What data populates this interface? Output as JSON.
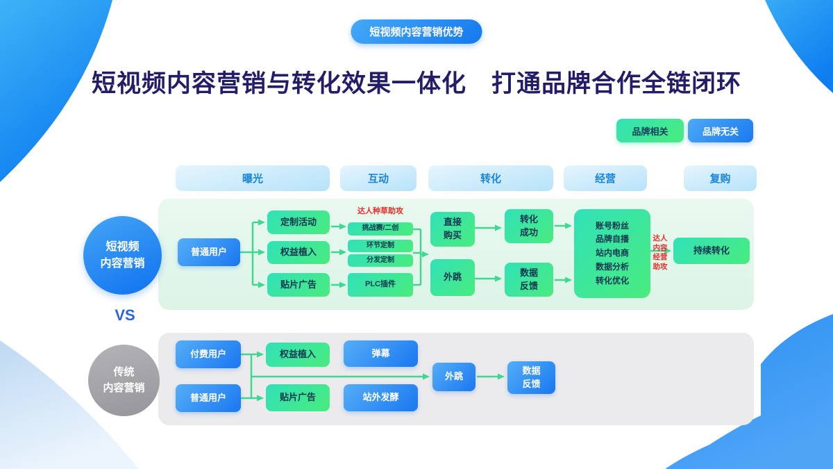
{
  "colors": {
    "accent_blue": "#1a77f0",
    "accent_green": "#3fe49d",
    "title_navy": "#221d66",
    "alert_red": "#e92f2a",
    "arrow_green": "#3ed893",
    "stage_pill_blue": "#1b85da"
  },
  "header": {
    "badge": "短视频内容营销优势",
    "title": "短视频内容营销与转化效果一体化　打通品牌合作全链闭环"
  },
  "legend": {
    "brand_related": "品牌相关",
    "brand_unrelated": "品牌无关"
  },
  "stages": [
    "曝光",
    "互动",
    "转化",
    "经营",
    "复购"
  ],
  "comparison": {
    "vs": "VS"
  },
  "short_video_flow": {
    "section_label": "短视频\n内容营销",
    "normal_user": "普通用户",
    "custom_activity": "定制活动",
    "rights_implant": "权益植入",
    "patch_ad": "贴片广告",
    "kol_seeding_note": "达人种草助攻",
    "challenge": "挑战赛/二创",
    "segment_custom": "环节定制",
    "distribution_custom": "分发定制",
    "plc_plugin": "PLC插件",
    "direct_purchase": "直接\n购买",
    "external_jump": "外跳",
    "conversion_success": "转化\n成功",
    "data_feedback": "数据\n反馈",
    "operation_summary": "账号粉丝\n品牌自播\n站内电商\n数据分析\n转化优化",
    "kol_operation_note": "达人\n内容\n经营\n助攻",
    "continuous_conversion": "持续转化"
  },
  "traditional_flow": {
    "section_label": "传统\n内容营销",
    "paid_user": "付费用户",
    "normal_user": "普通用户",
    "rights_implant": "权益植入",
    "patch_ad": "贴片广告",
    "danmaku": "弹幕",
    "offsite_fermentation": "站外发酵",
    "external_jump": "外跳",
    "data_feedback": "数据\n反馈"
  }
}
